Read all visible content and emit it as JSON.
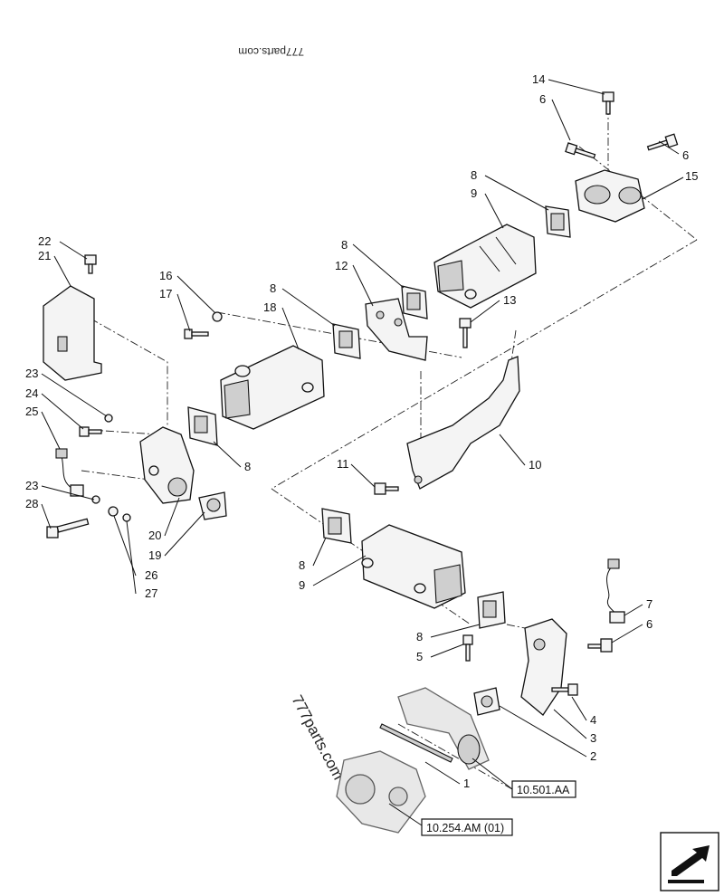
{
  "watermark_top": "777parts.com",
  "watermark_diag": "777parts.com",
  "callouts": [
    {
      "id": "c14",
      "label": "14"
    },
    {
      "id": "c6a",
      "label": "6"
    },
    {
      "id": "c6b",
      "label": "6"
    },
    {
      "id": "c15",
      "label": "15"
    },
    {
      "id": "c8a",
      "label": "8"
    },
    {
      "id": "c9a",
      "label": "9"
    },
    {
      "id": "c22",
      "label": "22"
    },
    {
      "id": "c21",
      "label": "21"
    },
    {
      "id": "c8b",
      "label": "8"
    },
    {
      "id": "c12",
      "label": "12"
    },
    {
      "id": "c13",
      "label": "13"
    },
    {
      "id": "c16",
      "label": "16"
    },
    {
      "id": "c17",
      "label": "17"
    },
    {
      "id": "c8c",
      "label": "8"
    },
    {
      "id": "c18",
      "label": "18"
    },
    {
      "id": "c23a",
      "label": "23"
    },
    {
      "id": "c24",
      "label": "24"
    },
    {
      "id": "c25",
      "label": "25"
    },
    {
      "id": "c8d",
      "label": "8"
    },
    {
      "id": "c11",
      "label": "11"
    },
    {
      "id": "c10",
      "label": "10"
    },
    {
      "id": "c23b",
      "label": "23"
    },
    {
      "id": "c28",
      "label": "28"
    },
    {
      "id": "c20",
      "label": "20"
    },
    {
      "id": "c19",
      "label": "19"
    },
    {
      "id": "c26",
      "label": "26"
    },
    {
      "id": "c27",
      "label": "27"
    },
    {
      "id": "c8e",
      "label": "8"
    },
    {
      "id": "c9b",
      "label": "9"
    },
    {
      "id": "c7",
      "label": "7"
    },
    {
      "id": "c6c",
      "label": "6"
    },
    {
      "id": "c8f",
      "label": "8"
    },
    {
      "id": "c5",
      "label": "5"
    },
    {
      "id": "c4",
      "label": "4"
    },
    {
      "id": "c3",
      "label": "3"
    },
    {
      "id": "c2",
      "label": "2"
    },
    {
      "id": "c1",
      "label": "1"
    }
  ],
  "references": [
    {
      "id": "ref1",
      "label": "10.501.AA"
    },
    {
      "id": "ref2",
      "label": "10.254.AM (01)"
    }
  ],
  "nav_icon": "next-page-arrow-icon"
}
